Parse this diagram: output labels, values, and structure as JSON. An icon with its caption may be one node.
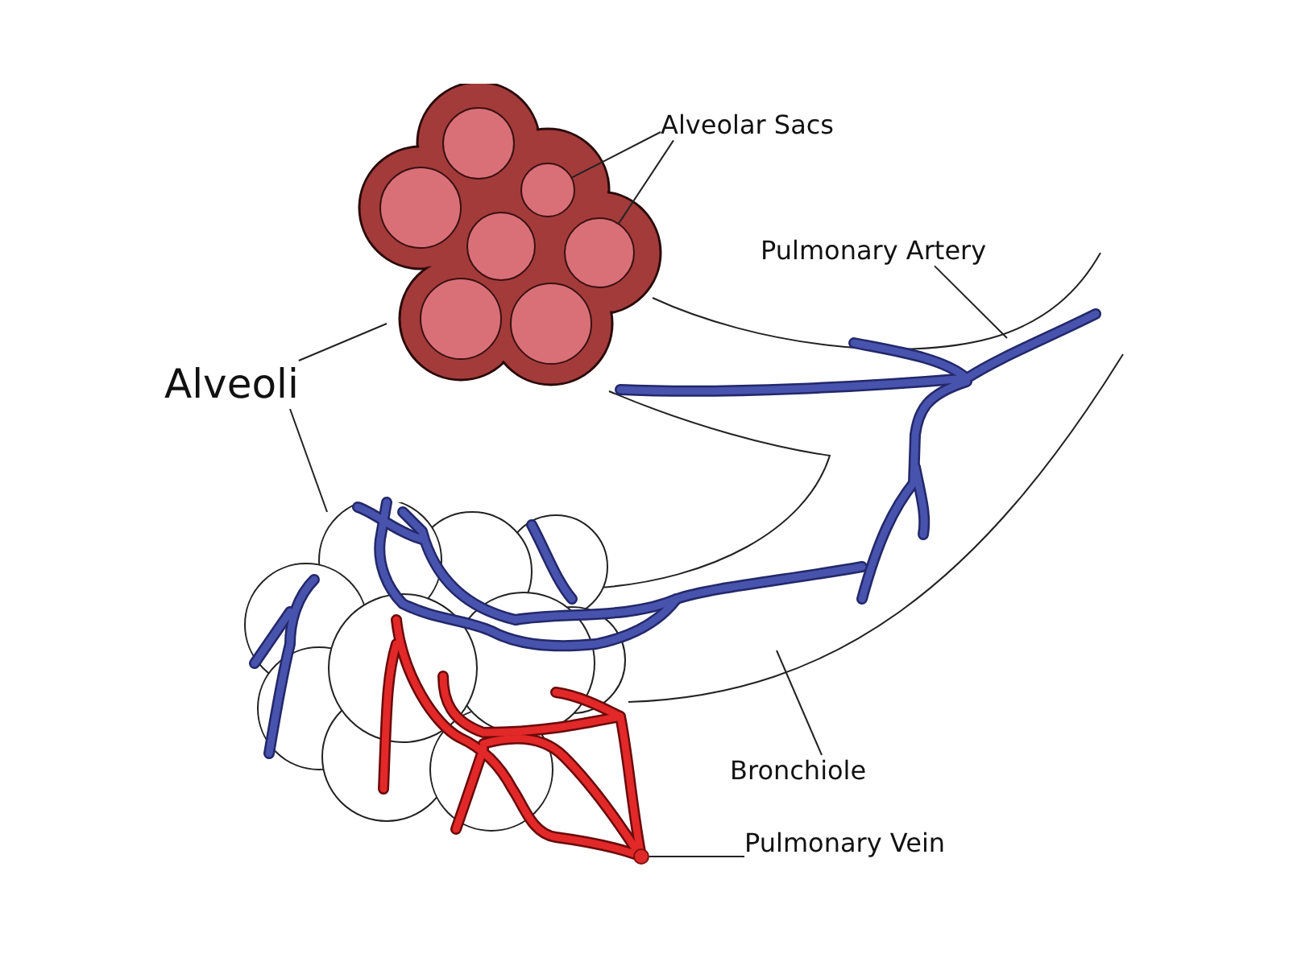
{
  "diagram": {
    "nodes": [
      {
        "text": [
          "Alveolar Sacs"
        ]
      },
      {
        "text": [],
        "shape": "picture"
      },
      {
        "text": [],
        "shape": "circle",
        "in": 1
      },
      {
        "text": [],
        "shape": "circle",
        "in": 1
      },
      {
        "text": [
          "Pulmonary Artery"
        ]
      },
      {
        "text": [
          "Alveoli"
        ]
      },
      {
        "text": [],
        "shape": "picture"
      },
      {
        "text": [
          "Bronchiole"
        ]
      },
      {
        "text": [
          "Pulmonary Vein"
        ]
      },
      {
        "text": [],
        "shape": "circle"
      }
    ],
    "edges": [
      {
        "from": 0,
        "to": 2,
        "arrow": "none"
      },
      {
        "from": 0,
        "to": 3,
        "arrow": "none"
      },
      {
        "from": 4,
        "to": null,
        "arrow": "none"
      },
      {
        "from": 5,
        "to": 1,
        "arrow": "none"
      },
      {
        "from": 5,
        "to": 6,
        "arrow": "none"
      },
      {
        "from": 7,
        "to": null,
        "arrow": "none"
      },
      {
        "from": 8,
        "to": 9,
        "arrow": "none"
      }
    ]
  }
}
